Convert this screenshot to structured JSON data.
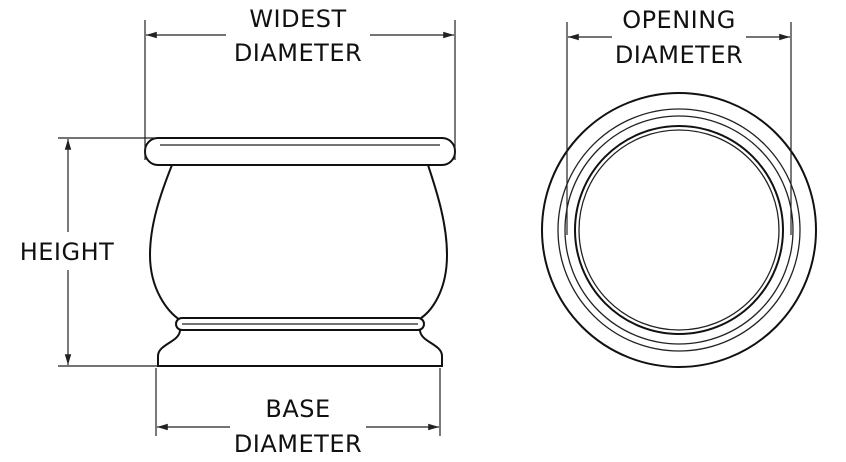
{
  "labels": {
    "widest_diameter_line1": "WIDEST",
    "widest_diameter_line2": "DIAMETER",
    "opening_diameter_line1": "OPENING",
    "opening_diameter_line2": "DIAMETER",
    "height": "HEIGHT",
    "base_diameter_line1": "BASE",
    "base_diameter_line2": "DIAMETER"
  }
}
